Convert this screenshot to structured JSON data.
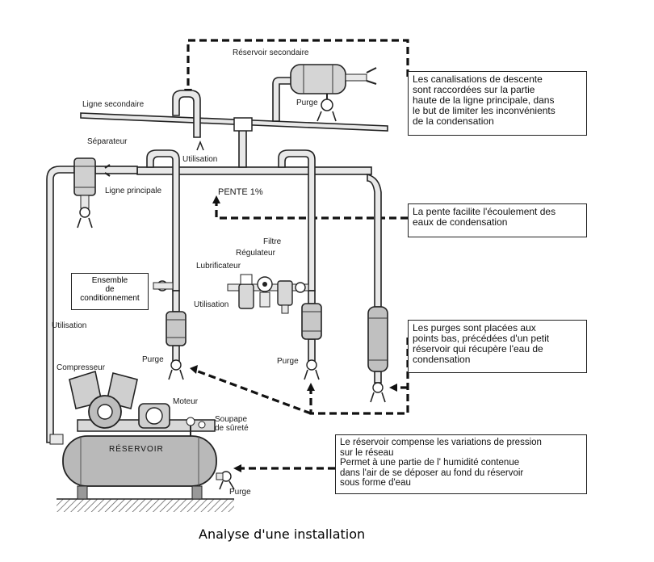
{
  "diagram": {
    "caption": "Analyse d'une installation",
    "labels": {
      "reservoir_secondaire": "Réservoir secondaire",
      "ligne_secondaire": "Ligne secondaire",
      "purge_secondaire": "Purge",
      "separateur": "Séparateur",
      "ligne_principale": "Ligne principale",
      "utilisation_top": "Utilisation",
      "pente": "PENTE 1%",
      "regulateur": "Régulateur",
      "filtre": "Filtre",
      "lubrificateur": "Lubrificateur",
      "utilisation_mid": "Utilisation",
      "utilisation_left": "Utilisation",
      "purge_left": "Purge",
      "purge_mid": "Purge",
      "compresseur": "Compresseur",
      "moteur": "Moteur",
      "soupape": "Soupape",
      "surete": "de sûreté",
      "reservoir": "RÉSERVOIR",
      "purge_bottom": "Purge"
    },
    "ensemble_box": [
      "Ensemble",
      "de",
      "conditionnement"
    ],
    "notes": {
      "canalisations": [
        "Les canalisations de descente",
        "sont raccordées sur la partie",
        "haute de la ligne principale, dans",
        "le but de limiter les inconvénients",
        "de la condensation"
      ],
      "pente": [
        "La pente facilite l'écoulement des",
        "eaux de condensation"
      ],
      "purges": [
        "Les purges sont placées aux",
        "points bas, précédées d'un petit",
        "réservoir qui récupère l'eau de",
        "condensation"
      ],
      "reservoir": [
        "Le réservoir compense les variations de pression",
        "sur le réseau",
        "Permet à une partie de l' humidité contenue",
        "dans l'air de se déposer au fond du réservoir",
        "sous forme d'eau"
      ]
    },
    "colors": {
      "ink": "#222222",
      "pipe_fill": "#e8e8e8",
      "tank_fill": "#b9b9b9",
      "dash": "#111111"
    }
  }
}
